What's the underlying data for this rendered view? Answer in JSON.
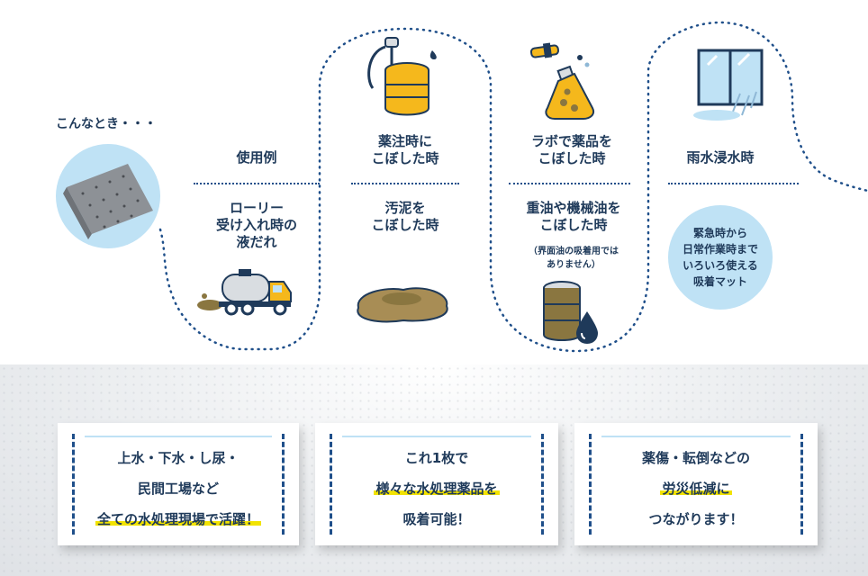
{
  "intro": "こんなとき・・・",
  "columns": [
    {
      "top": "使用例",
      "bottom": "ローリー\n受け入れ時の\n液だれ"
    },
    {
      "top": "薬注時に\nこぼした時",
      "bottom": "汚泥を\nこぼした時"
    },
    {
      "top": "ラボで薬品を\nこぼした時",
      "bottom": "重油や機械油を\nこぼした時",
      "note": "（界面油の吸着用では\nありません）"
    },
    {
      "top": "雨水浸水時"
    }
  ],
  "bubble_text": "緊急時から\n日常作業時まで\nいろいろ使える\n吸着マット",
  "cards": [
    {
      "line1": "上水・下水・し尿・",
      "line2": "民間工場など",
      "line3": "全ての水処理現場で活躍！"
    },
    {
      "line1": "これ1枚で",
      "line2": "様々な水処理薬品を",
      "line3": "吸着可能！"
    },
    {
      "line1": "薬傷・転倒などの",
      "line2": "労災低減に",
      "line3": "つながります！"
    }
  ],
  "icons": [
    "absorbent-mat-image",
    "tank-truck-icon",
    "chemical-drum-pump-icon",
    "sludge-puddle-icon",
    "lab-flask-icon",
    "oil-drum-icon",
    "window-rain-icon"
  ],
  "colors": {
    "text": "#1f3a5a",
    "dots": "#1f4f8a",
    "bubble": "#bfe2f5",
    "highlight": "#f2e300",
    "drum": "#f5b81c",
    "oil": "#8a7640"
  }
}
